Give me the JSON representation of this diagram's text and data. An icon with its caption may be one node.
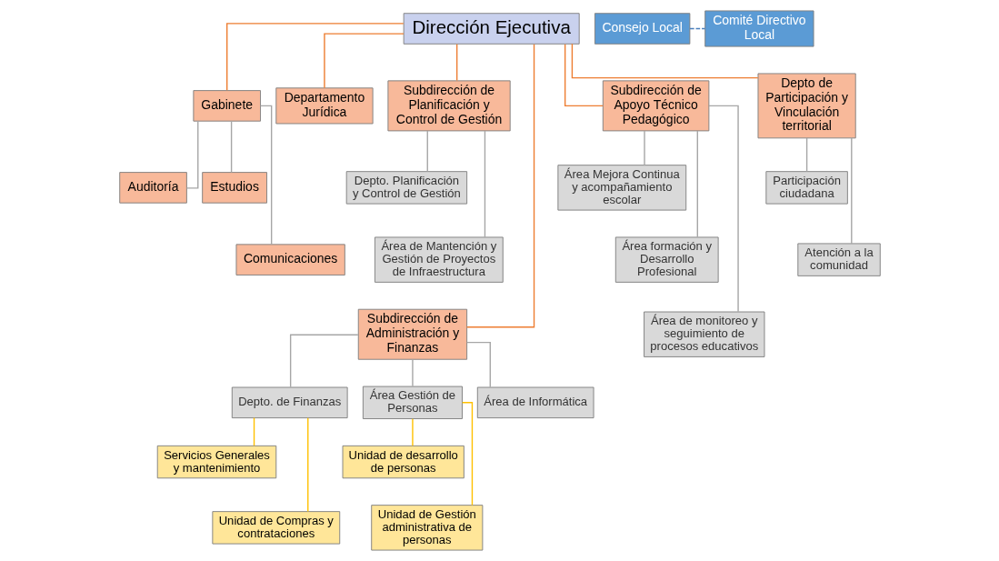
{
  "diagram": {
    "nodes": [
      {
        "text": [
          "Dirección Ejecutiva"
        ]
      },
      {
        "text": [
          "Consejo Local"
        ]
      },
      {
        "text": [
          "Comité Directivo Local"
        ]
      },
      {
        "text": [
          "Gabinete"
        ]
      },
      {
        "text": [
          "Departamento Jurídica"
        ]
      },
      {
        "text": [
          "Auditoría"
        ]
      },
      {
        "text": [
          "Estudios"
        ]
      },
      {
        "text": [
          "Comunicaciones"
        ]
      },
      {
        "text": [
          "Subdirección de Planificación y Control de Gestión"
        ]
      },
      {
        "text": [
          "Subdirección de Administración y Finanzas"
        ]
      },
      {
        "text": [
          "Subdirección de Apoyo Técnico Pedagógico"
        ]
      },
      {
        "text": [
          "Depto de Participación y Vinculación territorial"
        ]
      },
      {
        "text": [
          "Depto. Planificación y Control de Gestión"
        ]
      },
      {
        "text": [
          "Área de Mantención y Gestión de Proyectos de Infraestructura"
        ]
      },
      {
        "text": [
          "Depto. de Finanzas"
        ]
      },
      {
        "text": [
          "Área Gestión de Personas"
        ]
      },
      {
        "text": [
          "Área de Informática"
        ]
      },
      {
        "text": [
          "Área Mejora Continua y acompañamiento escolar"
        ]
      },
      {
        "text": [
          "Área formación y Desarrollo Profesional"
        ]
      },
      {
        "text": [
          "Área de monitoreo y seguimiento de procesos educativos"
        ]
      },
      {
        "text": [
          "Participación ciudadana"
        ]
      },
      {
        "text": [
          "Atención a la comunidad"
        ]
      },
      {
        "text": [
          "Servicios Generales y mantenimiento"
        ]
      },
      {
        "text": [
          "Unidad de desarrollo de personas"
        ]
      },
      {
        "text": [
          "Unidad de Compras y contrataciones"
        ]
      },
      {
        "text": [
          "Unidad de Gestión administrativa de personas"
        ]
      }
    ],
    "edges": [
      {
        "from": 1,
        "to": 2,
        "arrow": "none",
        "style": "dashed",
        "color": "#4a7ebb"
      },
      {
        "from": 0,
        "to": 3,
        "arrow": "none",
        "color": "#ed7d31"
      },
      {
        "from": 0,
        "to": 4,
        "arrow": "none",
        "color": "#ed7d31"
      },
      {
        "from": 3,
        "to": 5,
        "arrow": "none"
      },
      {
        "from": 3,
        "to": 6,
        "arrow": "none"
      },
      {
        "from": 3,
        "to": 7,
        "arrow": "none"
      },
      {
        "from": 0,
        "to": 8,
        "arrow": "none",
        "color": "#ed7d31"
      },
      {
        "from": 0,
        "to": 9,
        "arrow": "none",
        "color": "#ed7d31"
      },
      {
        "from": 0,
        "to": 10,
        "arrow": "none",
        "color": "#ed7d31"
      },
      {
        "from": 0,
        "to": 11,
        "arrow": "none",
        "color": "#ed7d31"
      },
      {
        "from": 8,
        "to": 12,
        "arrow": "none"
      },
      {
        "from": 8,
        "to": 13,
        "arrow": "none"
      },
      {
        "from": 9,
        "to": 14,
        "arrow": "none"
      },
      {
        "from": 9,
        "to": 15,
        "arrow": "none"
      },
      {
        "from": 9,
        "to": 16,
        "arrow": "none"
      },
      {
        "from": 10,
        "to": 17,
        "arrow": "none"
      },
      {
        "from": 10,
        "to": 18,
        "arrow": "none"
      },
      {
        "from": 10,
        "to": 19,
        "arrow": "none"
      },
      {
        "from": 11,
        "to": 20,
        "arrow": "none"
      },
      {
        "from": 11,
        "to": 21,
        "arrow": "none"
      },
      {
        "from": 14,
        "to": 22,
        "arrow": "none",
        "color": "#ffc000"
      },
      {
        "from": 15,
        "to": 23,
        "arrow": "none",
        "color": "#ffc000"
      },
      {
        "from": 14,
        "to": 24,
        "arrow": "none",
        "color": "#ffc000"
      },
      {
        "from": 15,
        "to": 25,
        "arrow": "none",
        "color": "#ffc000"
      }
    ]
  }
}
